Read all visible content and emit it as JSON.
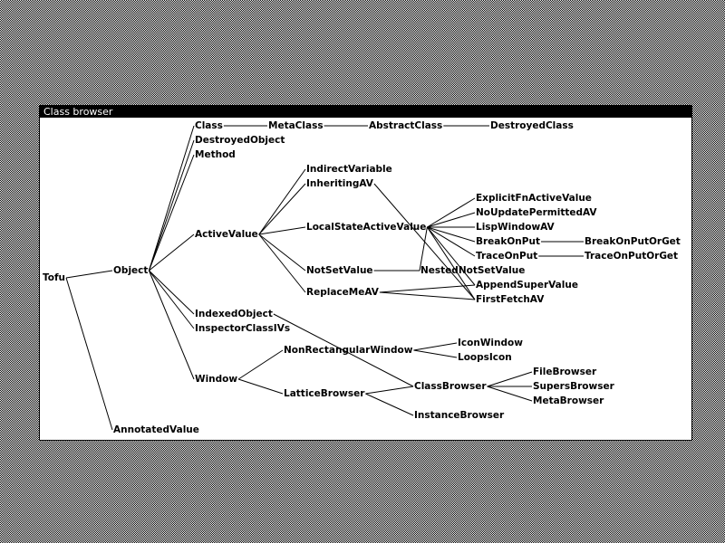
{
  "window": {
    "title": "Class browser"
  },
  "nodes": [
    "Tofu",
    "Object",
    "AnnotatedValue",
    "Class",
    "DestroyedObject",
    "Method",
    "ActiveValue",
    "IndexedObject",
    "InspectorClassIVs",
    "Window",
    "MetaClass",
    "AbstractClass",
    "DestroyedClass",
    "IndirectVariable",
    "InheritingAV",
    "LocalStateActiveValue",
    "NotSetValue",
    "ReplaceMeAV",
    "NestedNotSetValue",
    "ExplicitFnActiveValue",
    "NoUpdatePermittedAV",
    "LispWindowAV",
    "BreakOnPut",
    "TraceOnPut",
    "AppendSuperValue",
    "FirstFetchAV",
    "BreakOnPutOrGet",
    "TraceOnPutOrGet",
    "NonRectangularWindow",
    "LatticeBrowser",
    "IconWindow",
    "LoopsIcon",
    "ClassBrowser",
    "InstanceBrowser",
    "FileBrowser",
    "SupersBrowser",
    "MetaBrowser"
  ],
  "edges": [
    [
      "Tofu",
      "Object"
    ],
    [
      "Tofu",
      "AnnotatedValue"
    ],
    [
      "Object",
      "Class"
    ],
    [
      "Object",
      "DestroyedObject"
    ],
    [
      "Object",
      "Method"
    ],
    [
      "Object",
      "ActiveValue"
    ],
    [
      "Object",
      "IndexedObject"
    ],
    [
      "Object",
      "InspectorClassIVs"
    ],
    [
      "Object",
      "Window"
    ],
    [
      "Class",
      "MetaClass"
    ],
    [
      "MetaClass",
      "AbstractClass"
    ],
    [
      "AbstractClass",
      "DestroyedClass"
    ],
    [
      "ActiveValue",
      "IndirectVariable"
    ],
    [
      "ActiveValue",
      "InheritingAV"
    ],
    [
      "ActiveValue",
      "LocalStateActiveValue"
    ],
    [
      "ActiveValue",
      "NotSetValue"
    ],
    [
      "ActiveValue",
      "ReplaceMeAV"
    ],
    [
      "NotSetValue",
      "NestedNotSetValue"
    ],
    [
      "LocalStateActiveValue",
      "ExplicitFnActiveValue"
    ],
    [
      "LocalStateActiveValue",
      "NoUpdatePermittedAV"
    ],
    [
      "LocalStateActiveValue",
      "LispWindowAV"
    ],
    [
      "LocalStateActiveValue",
      "BreakOnPut"
    ],
    [
      "LocalStateActiveValue",
      "TraceOnPut"
    ],
    [
      "LocalStateActiveValue",
      "AppendSuperValue"
    ],
    [
      "LocalStateActiveValue",
      "FirstFetchAV"
    ],
    [
      "LocalStateActiveValue",
      "NestedNotSetValue"
    ],
    [
      "InheritingAV",
      "FirstFetchAV"
    ],
    [
      "ReplaceMeAV",
      "AppendSuperValue"
    ],
    [
      "ReplaceMeAV",
      "FirstFetchAV"
    ],
    [
      "BreakOnPut",
      "BreakOnPutOrGet"
    ],
    [
      "TraceOnPut",
      "TraceOnPutOrGet"
    ],
    [
      "Window",
      "NonRectangularWindow"
    ],
    [
      "Window",
      "LatticeBrowser"
    ],
    [
      "NonRectangularWindow",
      "IconWindow"
    ],
    [
      "NonRectangularWindow",
      "LoopsIcon"
    ],
    [
      "LatticeBrowser",
      "ClassBrowser"
    ],
    [
      "LatticeBrowser",
      "InstanceBrowser"
    ],
    [
      "IndexedObject",
      "ClassBrowser"
    ],
    [
      "ClassBrowser",
      "FileBrowser"
    ],
    [
      "ClassBrowser",
      "SupersBrowser"
    ],
    [
      "ClassBrowser",
      "MetaBrowser"
    ]
  ]
}
